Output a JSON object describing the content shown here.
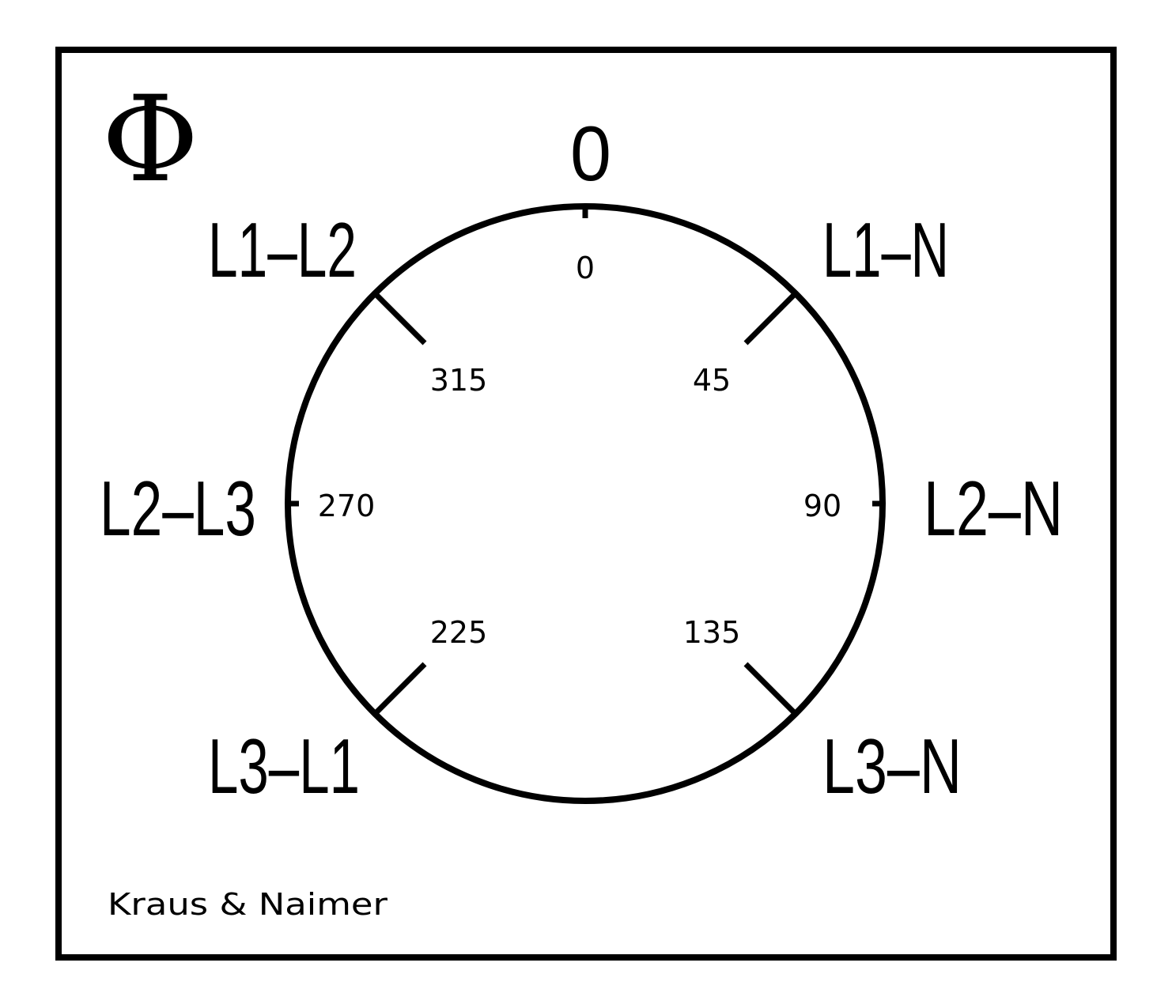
{
  "plate": {
    "symbol": "Φ",
    "brand": "Kraus & Naimer",
    "colors": {
      "stroke": "#000000",
      "background": "#ffffff"
    }
  },
  "dial": {
    "center_label": "0",
    "positions": [
      {
        "angle": 0,
        "angle_label": "0",
        "name": "0"
      },
      {
        "angle": 45,
        "angle_label": "45",
        "name": "L1–N"
      },
      {
        "angle": 90,
        "angle_label": "90",
        "name": "L2–N"
      },
      {
        "angle": 135,
        "angle_label": "135",
        "name": "L3–N"
      },
      {
        "angle": 225,
        "angle_label": "225",
        "name": "L3–L1"
      },
      {
        "angle": 270,
        "angle_label": "270",
        "name": "L2–L3"
      },
      {
        "angle": 315,
        "angle_label": "315",
        "name": "L1–L2"
      }
    ]
  }
}
